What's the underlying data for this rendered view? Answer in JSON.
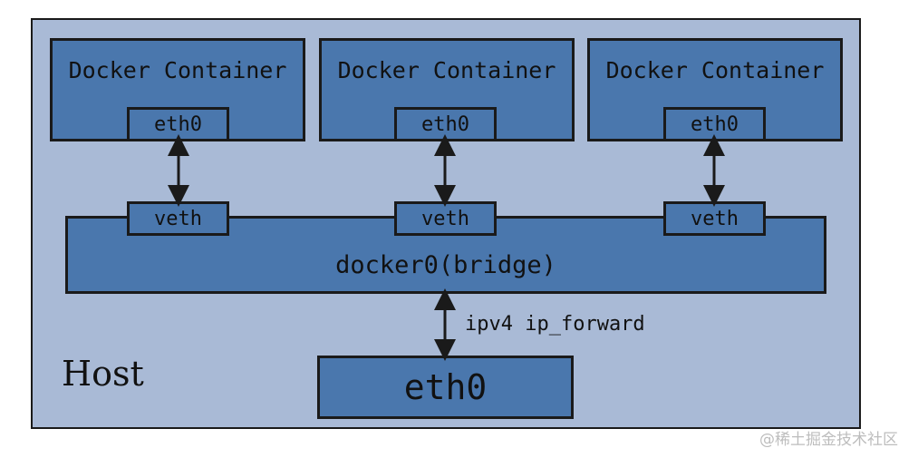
{
  "host": {
    "label": "Host"
  },
  "containers": [
    {
      "title": "Docker Container",
      "eth": "eth0",
      "veth": "veth"
    },
    {
      "title": "Docker Container",
      "eth": "eth0",
      "veth": "veth"
    },
    {
      "title": "Docker Container",
      "eth": "eth0",
      "veth": "veth"
    }
  ],
  "bridge": {
    "label": "docker0(bridge)"
  },
  "forward": {
    "label": "ipv4 ip_forward"
  },
  "host_eth": {
    "label": "eth0"
  },
  "watermark": "@稀土掘金技术社区",
  "colors": {
    "host_bg": "#a9bad6",
    "box_fill": "#4a77ad",
    "border": "#1a1a1a"
  }
}
